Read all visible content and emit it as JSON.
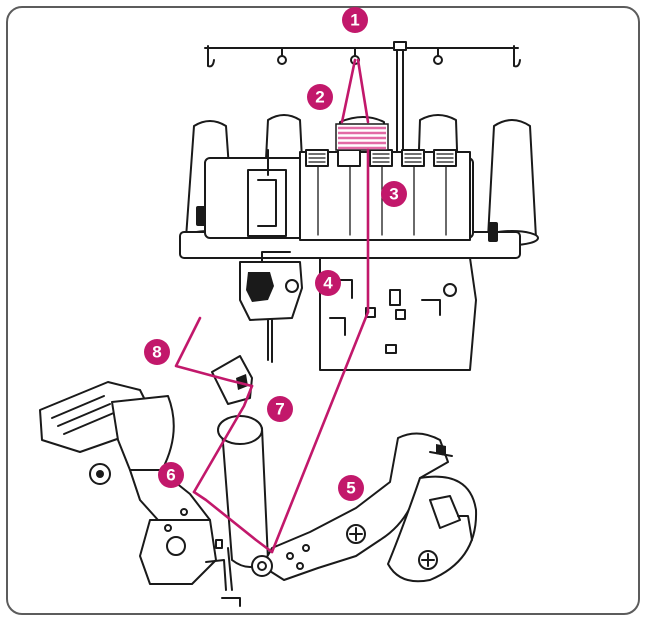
{
  "colors": {
    "thread": "#c2186b",
    "badge": "#c2186b",
    "badge_text": "#ffffff",
    "line": "#1a1a1a",
    "frame": "#5c5c5c"
  },
  "steps": [
    {
      "id": "step-1",
      "label": "1"
    },
    {
      "id": "step-2",
      "label": "2"
    },
    {
      "id": "step-3",
      "label": "3"
    },
    {
      "id": "step-4",
      "label": "4"
    },
    {
      "id": "step-5",
      "label": "5"
    },
    {
      "id": "step-6",
      "label": "6"
    },
    {
      "id": "step-7",
      "label": "7"
    },
    {
      "id": "step-8",
      "label": "8"
    }
  ]
}
